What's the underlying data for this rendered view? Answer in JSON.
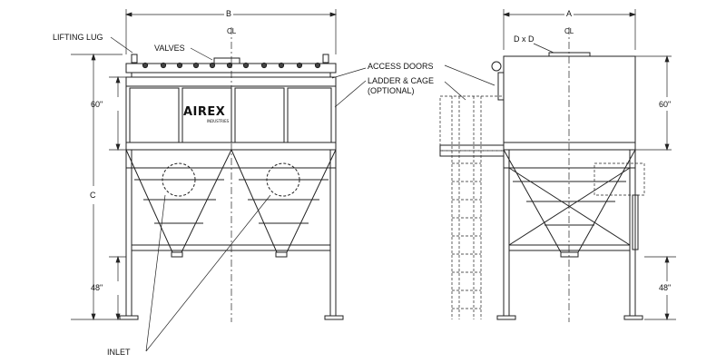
{
  "labels": {
    "lifting_lug": "LIFTING LUG",
    "valves": "VALVES",
    "access_doors": "ACCESS DOORS",
    "ladder_cage_line1": "LADDER & CAGE",
    "ladder_cage_line2": "(OPTIONAL)",
    "inlet": "INLET",
    "dim_b": "B",
    "dim_a": "A",
    "dim_c": "C",
    "dim_dxd": "D x D",
    "dim_60_left": "60\"",
    "dim_48_left": "48\"",
    "dim_60_right": "60\"",
    "dim_48_right": "48\"",
    "centerline_front": "CL",
    "centerline_side": "CL"
  },
  "brand": {
    "logo": "AIREX",
    "logo_sub": "INDUSTRIES"
  }
}
